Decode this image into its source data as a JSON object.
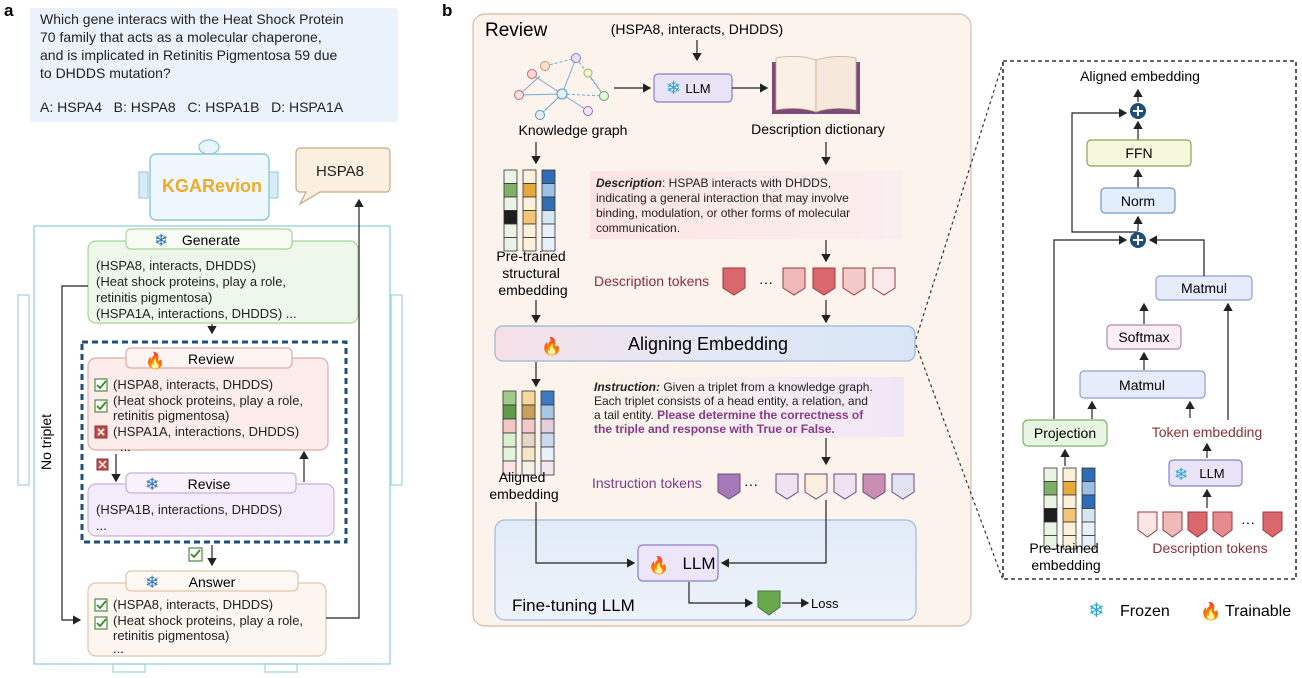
{
  "panel_a": {
    "label": "a",
    "question_lines": [
      "Which gene interacs with the Heat Shock Protein",
      "70 family that acts as a molecular chaperone,",
      "and is implicated in Retinitis Pigmentosa 59 due",
      "to DHDDS mutation?"
    ],
    "options": "A: HSPA4   B: HSPA8   C: HSPA1B   D: HSPA1A",
    "robot_name": "KGARevion",
    "answer_bubble": "HSPA8",
    "no_triplet": "No triplet",
    "generate": {
      "title": "Generate",
      "lines": [
        "(HSPA8, interacts, DHDDS)",
        "(Heat shock proteins, play a role,",
        "retinitis pigmentosa)",
        "(HSPA1A, interactions, DHDDS) ..."
      ]
    },
    "review": {
      "title": "Review",
      "lines": [
        "(HSPA8, interacts, DHDDS)",
        "(Heat shock proteins, play a role,",
        "retinitis pigmentosa)",
        "(HSPA1A, interactions, DHDDS)",
        "..."
      ]
    },
    "revise": {
      "title": "Revise",
      "lines": [
        "(HSPA1B, interactions, DHDDS)",
        "..."
      ]
    },
    "answer": {
      "title": "Answer",
      "lines": [
        "(HSPA8, interacts, DHDDS)",
        "(Heat shock proteins, play a role,",
        "retinitis pigmentosa)",
        "..."
      ]
    }
  },
  "panel_b": {
    "label": "b",
    "review_title": "Review",
    "triplet_input": "(HSPA8, interacts, DHDDS)",
    "knowledge_graph": "Knowledge graph",
    "llm": "LLM",
    "description_dictionary": "Description dictionary",
    "pretrained_structural": [
      "Pre-trained",
      "structural",
      "embedding"
    ],
    "description_label": "Description",
    "description_lines": [
      ": HSPAB interacts with DHDDS,",
      "indicating a general interaction that may involve",
      "binding, modulation, or other forms of molecular",
      "communication."
    ],
    "description_tokens": "Description tokens",
    "aligning_embedding": "Aligning Embedding",
    "aligned_embedding": [
      "Aligned",
      "embedding"
    ],
    "instruction_label": "Instruction:",
    "instruction_lines": [
      " Given a triplet from a knowledge graph.",
      "Each triplet consists of a head entity, a relation, and",
      "a tail entity."
    ],
    "instruction_bold_1": " Please determine the correctness of",
    "instruction_bold_2": "the triple and response with True or False.",
    "instruction_tokens": "Instruction tokens",
    "finetuning_llm": "Fine-tuning LLM",
    "loss": "Loss",
    "ellipsis": "···"
  },
  "detail": {
    "aligned_embedding": "Aligned embedding",
    "ffn": "FFN",
    "norm": "Norm",
    "matmul_top": "Matmul",
    "softmax": "Softmax",
    "matmul_bottom": "Matmul",
    "projection": "Projection",
    "token_embedding": "Token embedding",
    "llm": "LLM",
    "pretrained_embedding": [
      "Pre-trained",
      "embedding"
    ],
    "description_tokens": "Description tokens"
  },
  "legend": {
    "frozen": "Frozen",
    "trainable": "Trainable"
  },
  "colors": {
    "blue_outline": "#9fd1e0",
    "green_box": "#eef8ea",
    "red_box": "#fdeceb",
    "purple_box": "#f4ecfb",
    "dark_dashed": "#1e4f7a",
    "review_panel": "#fbf3ec",
    "aligning_bar": "#d8e6f7",
    "token_red": "#d9676c",
    "token_purple": "#a67ab8",
    "accent_orange": "#e8a93c"
  }
}
